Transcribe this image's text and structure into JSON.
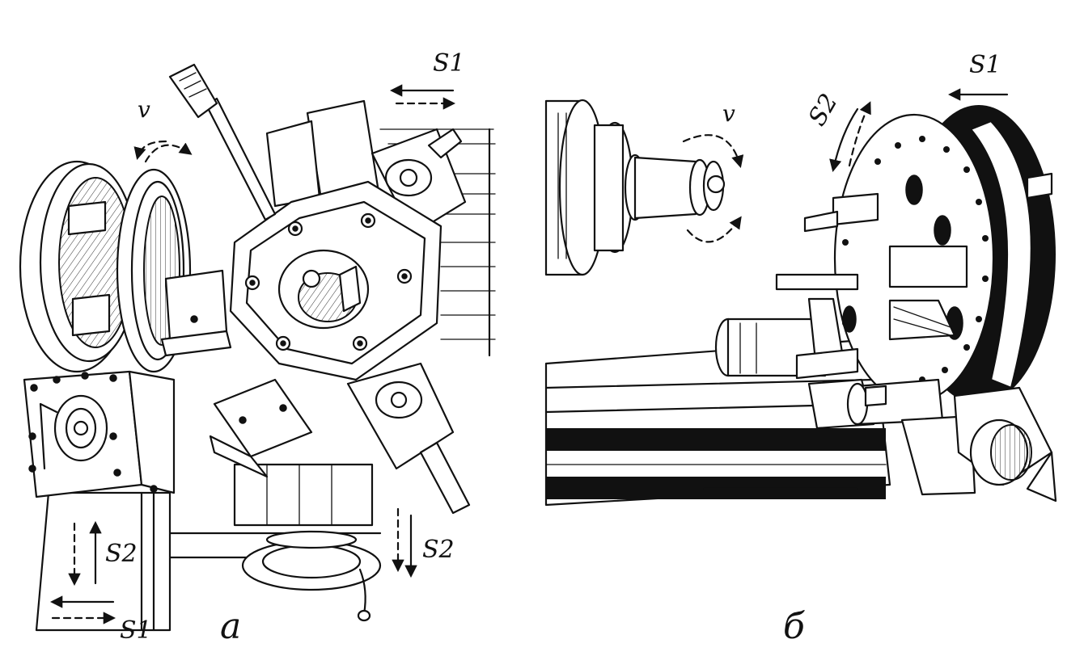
{
  "panel_a": {
    "letter": "а",
    "v": "v",
    "s1_top": "S1",
    "s2_left": "S2",
    "s2_right": "S2",
    "s1_bottom": "S1"
  },
  "panel_b": {
    "letter": "б",
    "v": "v",
    "s1": "S1",
    "s2": "S2"
  }
}
